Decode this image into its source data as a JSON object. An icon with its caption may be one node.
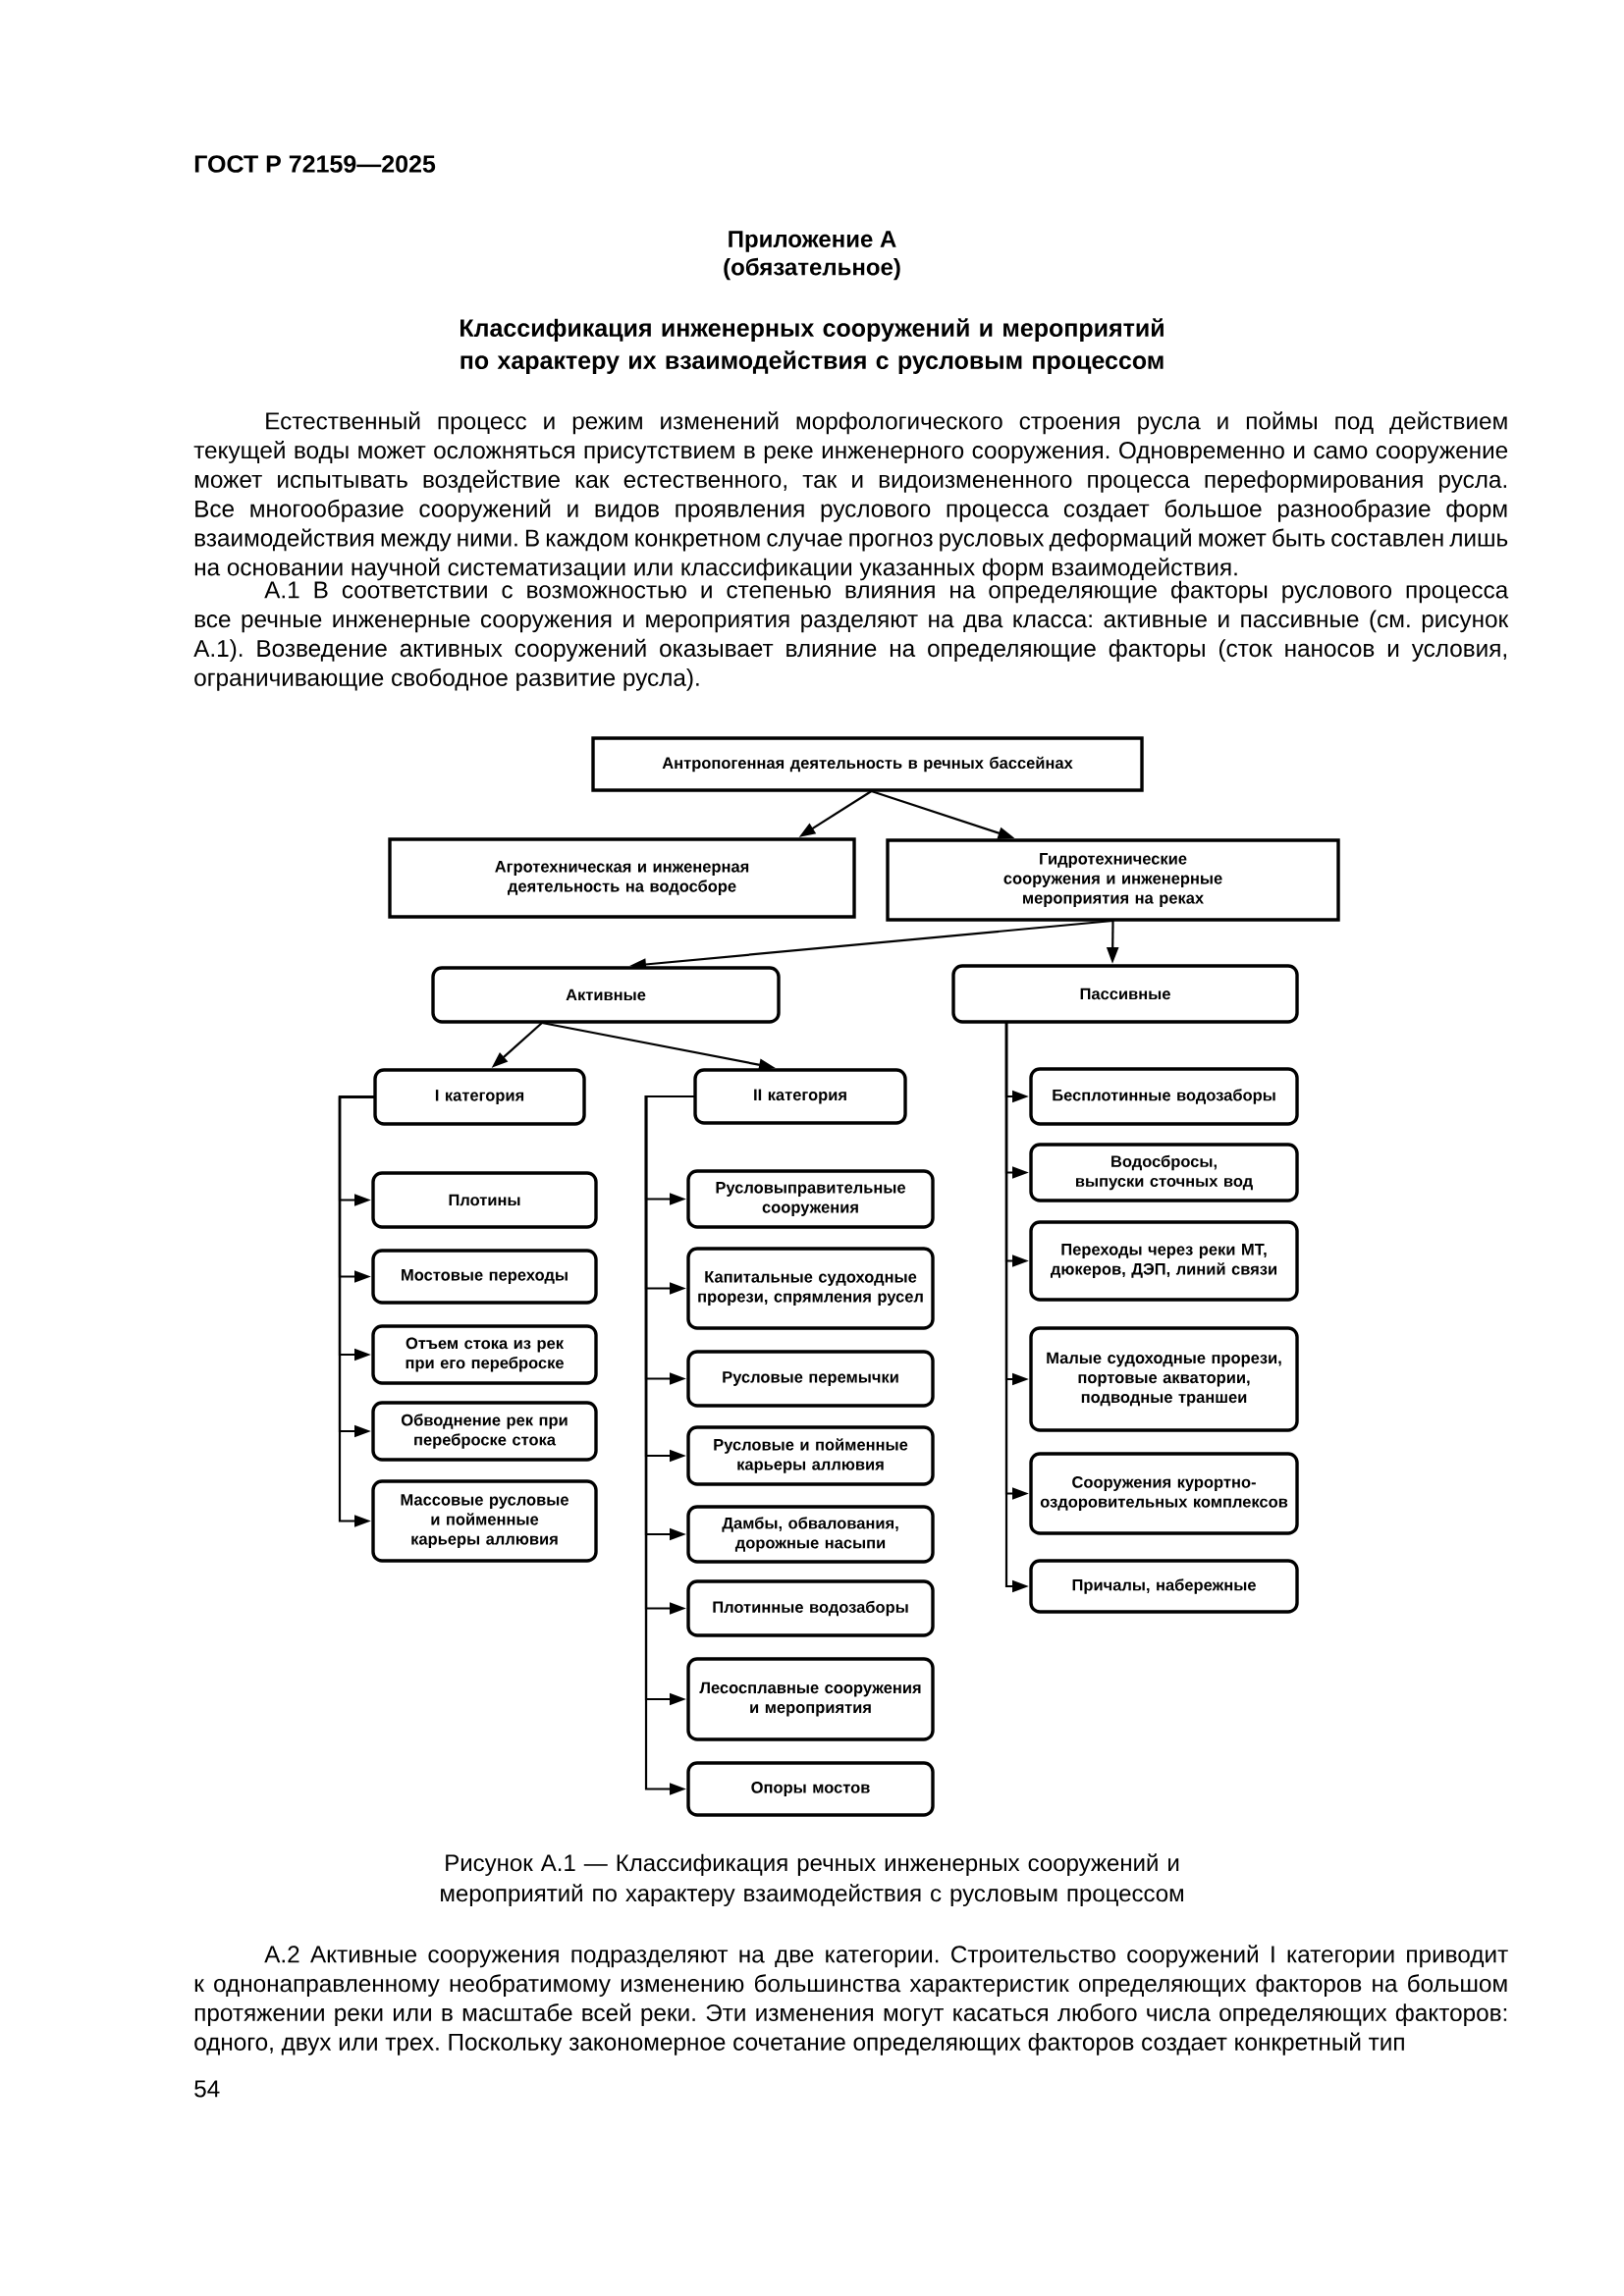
{
  "diagram": {
    "title": "Классификация инженерных сооружений и мероприятий по характеру их взаимодействия с русловым процессом",
    "caption": "Рисунок А.1 — Классификация речных инженерных сооружений и мероприятий по характеру взаимодействия с русловым процессом",
    "nodes": [
      {
        "text": [
          "Антропогенная деятельность в речных бассейнах"
        ]
      },
      {
        "text": [
          "Агротехническая и инженерная деятельность на водосборе"
        ]
      },
      {
        "text": [
          "Гидротехнические сооружения и инженерные мероприятия на реках"
        ]
      },
      {
        "text": [
          "Активные"
        ]
      },
      {
        "text": [
          "Пассивные"
        ]
      },
      {
        "text": [
          "I категория"
        ]
      },
      {
        "text": [
          "II категория"
        ]
      },
      {
        "text": [
          "Плотины"
        ]
      },
      {
        "text": [
          "Мостовые переходы"
        ]
      },
      {
        "text": [
          "Отъем стока из рек при его переброске"
        ]
      },
      {
        "text": [
          "Обводнение рек при переброске стока"
        ]
      },
      {
        "text": [
          "Массовые русловые и пойменные карьеры аллювия"
        ]
      },
      {
        "text": [
          "Русловыправительные сооружения"
        ]
      },
      {
        "text": [
          "Капитальные судоходные прорези, спрямления русел"
        ]
      },
      {
        "text": [
          "Русловые перемычки"
        ]
      },
      {
        "text": [
          "Русловые и пойменные карьеры аллювия"
        ]
      },
      {
        "text": [
          "Дамбы, обвалования, дорожные насыпи"
        ]
      },
      {
        "text": [
          "Плотинные водозаборы"
        ]
      },
      {
        "text": [
          "Лесосплавные сооружения и мероприятия"
        ]
      },
      {
        "text": [
          "Опоры мостов"
        ]
      },
      {
        "text": [
          "Бесплотинные водозаборы"
        ]
      },
      {
        "text": [
          "Водосбросы, выпуски сточных вод"
        ]
      },
      {
        "text": [
          "Переходы через реки МТ, дюкеров, ДЭП, линий связи"
        ]
      },
      {
        "text": [
          "Малые судоходные прорези, портовые акватории, подводные траншеи"
        ]
      },
      {
        "text": [
          "Сооружения курортно-оздоровительных комплексов"
        ]
      },
      {
        "text": [
          "Причалы, набережные"
        ]
      }
    ],
    "edges": [
      {
        "from": 0,
        "to": 1,
        "arrow": "to"
      },
      {
        "from": 0,
        "to": 2,
        "arrow": "to"
      },
      {
        "from": 2,
        "to": 3,
        "arrow": "to"
      },
      {
        "from": 2,
        "to": 4,
        "arrow": "to"
      },
      {
        "from": 3,
        "to": 5,
        "arrow": "to"
      },
      {
        "from": 3,
        "to": 6,
        "arrow": "to"
      },
      {
        "from": 5,
        "to": 7,
        "arrow": "to"
      },
      {
        "from": 5,
        "to": 8,
        "arrow": "to"
      },
      {
        "from": 5,
        "to": 9,
        "arrow": "to"
      },
      {
        "from": 5,
        "to": 10,
        "arrow": "to"
      },
      {
        "from": 5,
        "to": 11,
        "arrow": "to"
      },
      {
        "from": 6,
        "to": 12,
        "arrow": "to"
      },
      {
        "from": 6,
        "to": 13,
        "arrow": "to"
      },
      {
        "from": 6,
        "to": 14,
        "arrow": "to"
      },
      {
        "from": 6,
        "to": 15,
        "arrow": "to"
      },
      {
        "from": 6,
        "to": 16,
        "arrow": "to"
      },
      {
        "from": 6,
        "to": 17,
        "arrow": "to"
      },
      {
        "from": 6,
        "to": 18,
        "arrow": "to"
      },
      {
        "from": 6,
        "to": 19,
        "arrow": "to"
      },
      {
        "from": 4,
        "to": 20,
        "arrow": "to"
      },
      {
        "from": 4,
        "to": 21,
        "arrow": "to"
      },
      {
        "from": 4,
        "to": 22,
        "arrow": "to"
      },
      {
        "from": 4,
        "to": 23,
        "arrow": "to"
      },
      {
        "from": 4,
        "to": 24,
        "arrow": "to"
      },
      {
        "from": 4,
        "to": 25,
        "arrow": "to"
      }
    ],
    "labels": [
      "ГОСТ Р 72159—2025",
      "Приложение А",
      "(обязательное)",
      "Естественный процесс и режим изменений морфологического строения русла и поймы под действием текущей воды может осложняться присутствием в реке инженерного сооружения. Одновременно и само сооружение может испытывать воздействие как естественного, так и видоизмененного процесса переформирования русла. Все многообразие сооружений и видов проявления руслового процесса создает большое разнообразие форм взаимодействия между ними. В каждом конкретном случае прогноз русловых деформаций может быть составлен лишь на основании научной систематизации или классификации указанных форм взаимодействия.",
      "А.1 В соответствии с возможностью и степенью влияния на определяющие факторы руслового процесса все речные инженерные сооружения и мероприятия разделяют на два класса: активные и пассивные (см. рисунок А.1). Возведение активных сооружений оказывает влияние на определяющие факторы (сток наносов и условия, ограничивающие свободное развитие русла).",
      "А.2 Активные сооружения подразделяют на две категории. Строительство сооружений I категории приводит к однонаправленному необратимому изменению большинства характеристик определяющих факторов на большом протяжении реки или в масштабе всей реки. Эти изменения могут касаться любого числа определяющих факторов: одного, двух или трех. Поскольку закономерное сочетание определяющих факторов создает конкретный тип",
      "54"
    ]
  }
}
